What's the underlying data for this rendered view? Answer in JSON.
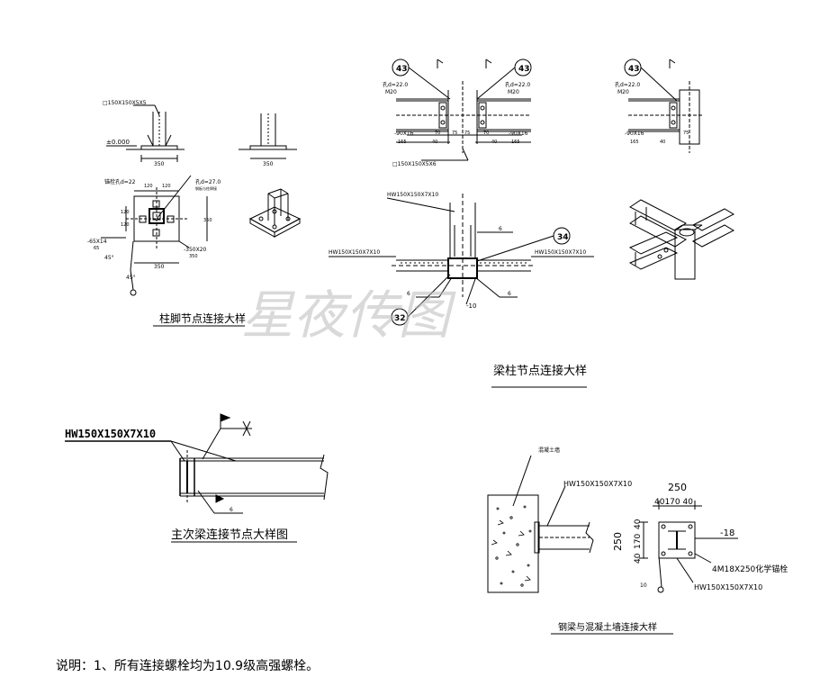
{
  "watermark": "星夜传图",
  "note": "说明：1、所有连接螺栓均为10.9级高强螺栓。",
  "base": {
    "title": "柱脚节点连接大样",
    "tube_label": "□150X150X5X5",
    "elevation": "±0.000",
    "width_dim": "350",
    "width_dim_side": "350",
    "bolt_hole": "锚栓孔d=22",
    "hole_d": "孔d=27.0",
    "hole_note": "钢板与柱焊接",
    "dim_120a": "120",
    "dim_120b": "120",
    "dim_120c": "120",
    "dim_120d": "120",
    "dim_350_side": "350",
    "plate": "-350X20",
    "plate_w": "350",
    "stiff": "-65X14",
    "stiff_w": "65",
    "angle1": "45°",
    "angle2": "45°",
    "bottom_dim": "350"
  },
  "bc": {
    "title": "梁柱节点连接大样",
    "tag43a": "43",
    "tag43b": "43",
    "tag43c": "43",
    "hole_l": "孔d=22.0",
    "m20_l": "M20",
    "hole_r": "孔d=22.0",
    "m20_r": "M20",
    "hole_c": "孔d=22.0",
    "m20_c": "M20",
    "plate_l": "-90X16",
    "plate_r": "-90X16",
    "plate_c": "-90X16",
    "d165_l": "165",
    "d165_r": "165",
    "d165_c": "165",
    "d40_l": "40",
    "d40_r": "40",
    "d40_c": "40",
    "d70_l": "70",
    "d70_r": "70",
    "d75": "75",
    "d75b": "75",
    "d75c": "75",
    "tube_label": "□150X150X5X6",
    "hw_top": "HW150X150X7X10",
    "hw_left": "HW150X150X7X10",
    "hw_right": "HW150X150X7X10",
    "weld6a": "6",
    "weld6b": "6",
    "weld6c": "6",
    "tag34": "34",
    "tag32": "32",
    "plate10": "-10"
  },
  "sec": {
    "title": "主次梁连接节点大样图",
    "hw": "HW150X150X7X10",
    "weld6": "6"
  },
  "wall": {
    "title": "钢梁与混凝土墙连接大样",
    "concrete": "混凝土墙",
    "hw": "HW150X150X7X10",
    "dim_250": "250",
    "dim_40170": "40170 40",
    "dim_v250": "250",
    "dim_v40a": "40",
    "dim_v170": "170",
    "dim_v40b": "40",
    "plate18": "-18",
    "anchor": "4M18X250化学锚栓",
    "hw2": "HW150X150X7X10",
    "weld10": "10"
  }
}
